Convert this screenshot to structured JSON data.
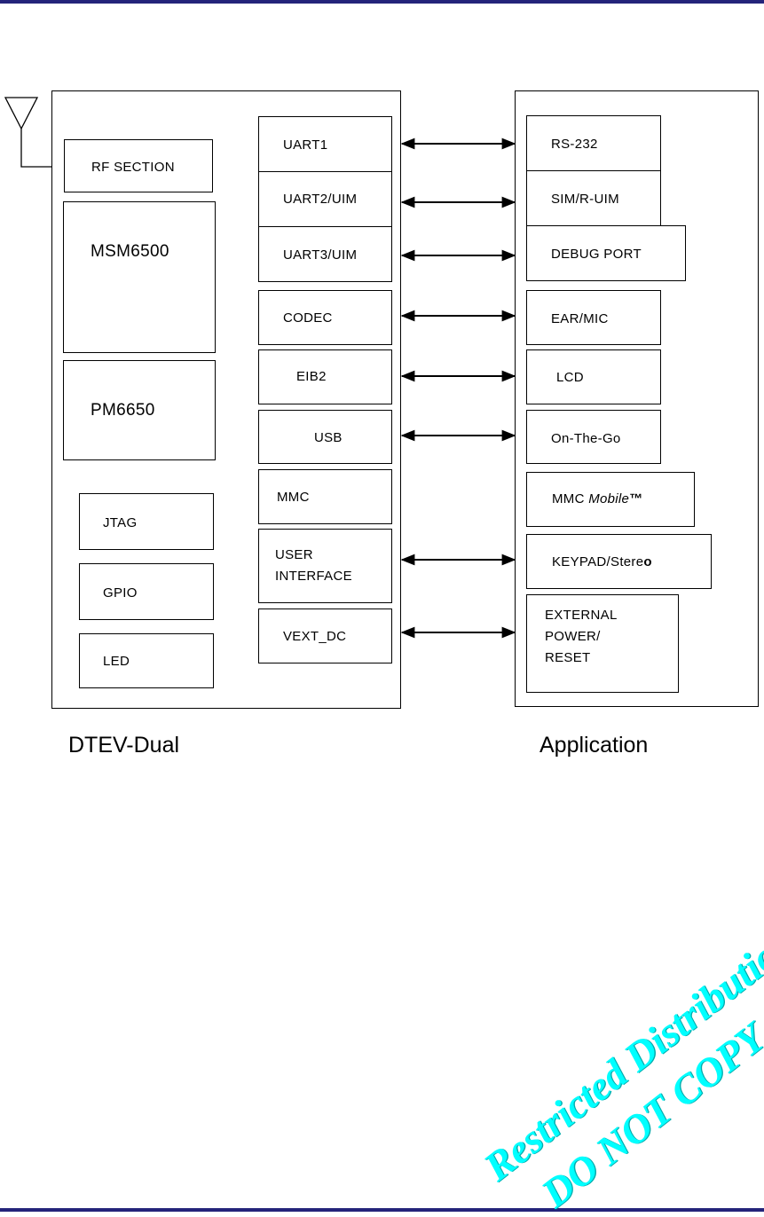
{
  "left_module": {
    "caption": "DTEV-Dual",
    "blocks": {
      "rf_section": "RF SECTION",
      "msm": "MSM6500",
      "pm": "PM6650",
      "jtag": "JTAG",
      "gpio": "GPIO",
      "led": "LED"
    },
    "interfaces": {
      "uart1": "UART1",
      "uart2": "UART2/UIM",
      "uart3": "UART3/UIM",
      "codec": "CODEC",
      "eib2": "EIB2",
      "usb": "USB",
      "mmc": "MMC",
      "user_interface_1": "USER",
      "user_interface_2": "INTERFACE",
      "vext": "VEXT_DC"
    }
  },
  "right_module": {
    "caption": "Application",
    "blocks": {
      "rs232": "RS-232",
      "sim": "SIM/R-UIM",
      "debug": "DEBUG PORT",
      "earmic": "EAR/MIC",
      "lcd": "LCD",
      "otg": "On-The-Go",
      "mmc_mobile_a": "MMC ",
      "mmc_mobile_b": "Mobile",
      "mmc_mobile_c": "™",
      "keypad_a": "KEYPAD/Stere",
      "keypad_b": "o",
      "ext_power_1": "EXTERNAL",
      "ext_power_2": "POWER/",
      "ext_power_3": "RESET"
    }
  },
  "watermark": {
    "line1": "Restricted Distribution",
    "line2": "DO NOT COPY"
  },
  "colors": {
    "rule": "#24247a",
    "watermark": "#00ffff"
  }
}
